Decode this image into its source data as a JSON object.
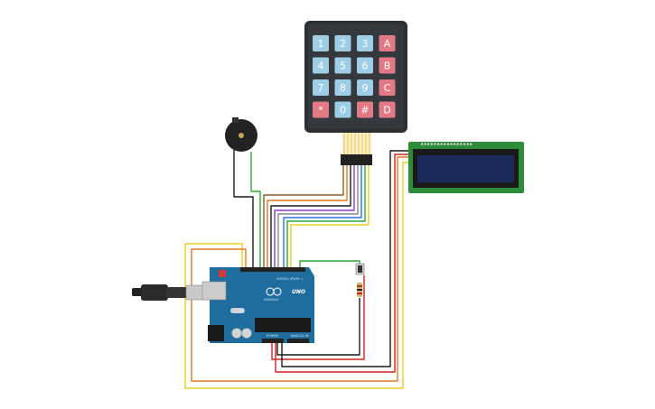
{
  "keypad": {
    "keys": [
      {
        "label": "1",
        "kind": "digit"
      },
      {
        "label": "2",
        "kind": "digit"
      },
      {
        "label": "3",
        "kind": "digit"
      },
      {
        "label": "A",
        "kind": "letter"
      },
      {
        "label": "4",
        "kind": "digit"
      },
      {
        "label": "5",
        "kind": "digit"
      },
      {
        "label": "6",
        "kind": "digit"
      },
      {
        "label": "B",
        "kind": "letter"
      },
      {
        "label": "7",
        "kind": "digit"
      },
      {
        "label": "8",
        "kind": "digit"
      },
      {
        "label": "9",
        "kind": "digit"
      },
      {
        "label": "C",
        "kind": "letter"
      },
      {
        "label": "*",
        "kind": "letter"
      },
      {
        "label": "0",
        "kind": "digit"
      },
      {
        "label": "#",
        "kind": "letter"
      },
      {
        "label": "D",
        "kind": "letter"
      }
    ],
    "digit_color": "#9ecde6",
    "letter_color": "#e27a86",
    "body_color": "#2c2f33"
  },
  "arduino": {
    "model_label": "UNO",
    "brand_label": "ARDUINO",
    "digital_label": "DIGITAL (PWM~)",
    "power_label": "POWER",
    "analog_label": "ANALOG IN",
    "board_color": "#1f6c9e"
  },
  "lcd": {
    "board_color": "#2e8b3a",
    "screen_color": "#1b2b5c"
  },
  "buzzer": {
    "body_color": "#222222"
  },
  "wire_colors": {
    "black": "#1a1a1a",
    "red": "#d42020",
    "yellow": "#e8d020",
    "green": "#2fa83a",
    "orange": "#e07a20",
    "brown": "#8b5a2b",
    "purple": "#8a3fc0",
    "blue": "#2d6fe0",
    "gray": "#8a8a8a"
  }
}
